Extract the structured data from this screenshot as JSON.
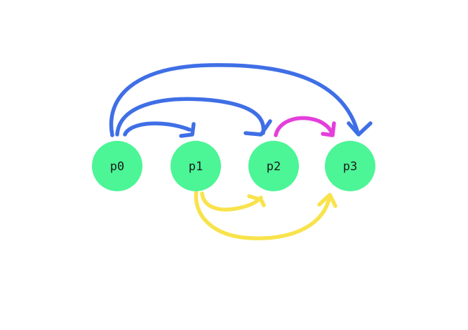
{
  "nodes": [
    {
      "id": "p0",
      "label": "p0"
    },
    {
      "id": "p1",
      "label": "p1"
    },
    {
      "id": "p2",
      "label": "p2"
    },
    {
      "id": "p3",
      "label": "p3"
    }
  ],
  "edges": [
    {
      "from": "p0",
      "to": "p1",
      "color_name": "blue"
    },
    {
      "from": "p0",
      "to": "p2",
      "color_name": "blue"
    },
    {
      "from": "p0",
      "to": "p3",
      "color_name": "blue"
    },
    {
      "from": "p2",
      "to": "p3",
      "color_name": "magenta"
    },
    {
      "from": "p1",
      "to": "p2",
      "color_name": "yellow"
    },
    {
      "from": "p1",
      "to": "p3",
      "color_name": "yellow"
    }
  ],
  "colors": {
    "node_fill": "#4cf596",
    "blue": "#3f6fe6",
    "magenta": "#e43fdc",
    "yellow": "#f8e34c",
    "background": "#ffffff",
    "label": "#1a1a1a"
  }
}
